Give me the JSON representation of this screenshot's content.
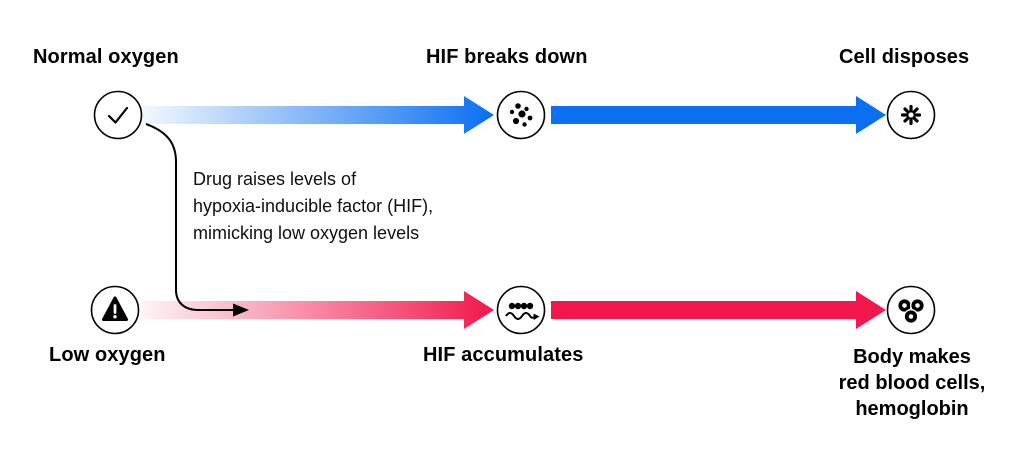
{
  "colors": {
    "blue": "#0b6ff2",
    "red": "#f2174d",
    "ink": "#000000",
    "background": "#ffffff"
  },
  "top_row": {
    "start_label": "Normal oxygen",
    "start_icon": "check-icon",
    "mid_label": "HIF breaks down",
    "mid_icon": "hif-fragments-icon",
    "end_label": "Cell disposes",
    "end_icon": "disposed-cell-icon"
  },
  "bottom_row": {
    "start_label": "Low oxygen",
    "start_icon": "warning-icon",
    "mid_label": "HIF accumulates",
    "mid_icon": "hif-dna-dots-icon",
    "end_label_lines": [
      "Body makes",
      "red blood cells,",
      "hemoglobin"
    ],
    "end_icon": "red-blood-cells-icon"
  },
  "annotation": {
    "lines": [
      "Drug raises levels of",
      "hypoxia-inducible factor (HIF),",
      "mimicking low oxygen levels"
    ]
  }
}
